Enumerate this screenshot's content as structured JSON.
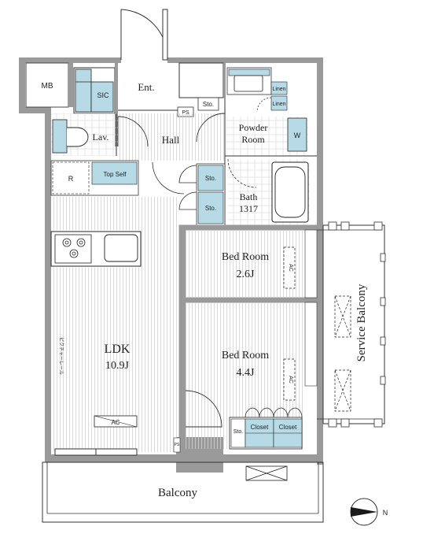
{
  "colors": {
    "wall": "#9a9a9a",
    "wall_dark": "#8a8a8a",
    "fixture": "#b7dbe6",
    "fixture_line": "#1a1a1a",
    "floor_line": "#cfcfcf",
    "grid": "#d6d6d6"
  },
  "rooms": {
    "mb": "MB",
    "sic": "SIC",
    "ent": "Ent.",
    "ps": "PS",
    "sto_hall": "Sto.",
    "hall": "Hall",
    "lav": "Lav.",
    "powder_room_1": "Powder",
    "powder_room_2": "Room",
    "linen_1": "Linen",
    "linen_2": "Linen",
    "w": "W",
    "r": "R",
    "top_shelf": "Top Self",
    "sto_1": "Sto.",
    "sto_2": "Sto.",
    "bath": "Bath",
    "bath_size": "1317",
    "bed_room_1": "Bed Room",
    "bed_room_1_size": "2.6J",
    "bed_room_2": "Bed Room",
    "bed_room_2_size": "4.4J",
    "ldk": "LDK",
    "ldk_size": "10.9J",
    "ac_ldk": "AC",
    "ac_bed1": "AC",
    "ac_bed2": "AC",
    "sto_bed": "Sto.",
    "closet_1": "Closet",
    "closet_2": "Closet",
    "service_balcony": "Service Balcony",
    "balcony": "Balcony",
    "ps_bottom": "PS",
    "curtain_rail": "ピクチャーレール"
  },
  "compass": {
    "north": "N"
  }
}
